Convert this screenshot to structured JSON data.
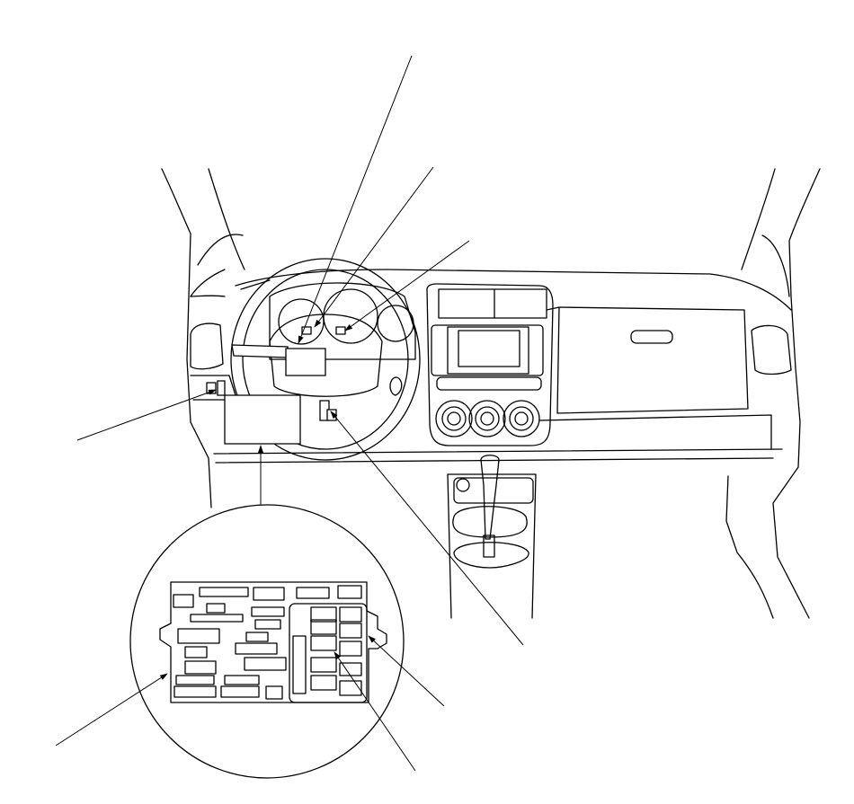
{
  "diagram": {
    "kind": "component-location-illustration",
    "colors": {
      "line": "#000000",
      "background": "#ffffff"
    },
    "callouts": [
      {
        "id": "callout-gauge-left",
        "target": "gauge-assembly-left"
      },
      {
        "id": "callout-gauge-center",
        "target": "gauge-assembly-center"
      },
      {
        "id": "callout-gauge-right",
        "target": "gauge-assembly-right"
      },
      {
        "id": "callout-left-switch",
        "target": "left-kick-switch"
      },
      {
        "id": "callout-under-dash-box",
        "target": "under-dash-fuse-box"
      },
      {
        "id": "callout-column-switch",
        "target": "steering-column-switch"
      },
      {
        "id": "callout-fuse-block",
        "target": "fuse-block-left"
      },
      {
        "id": "callout-relay-right",
        "target": "relay-right-edge"
      },
      {
        "id": "callout-relay-center",
        "target": "relay-center"
      }
    ]
  }
}
